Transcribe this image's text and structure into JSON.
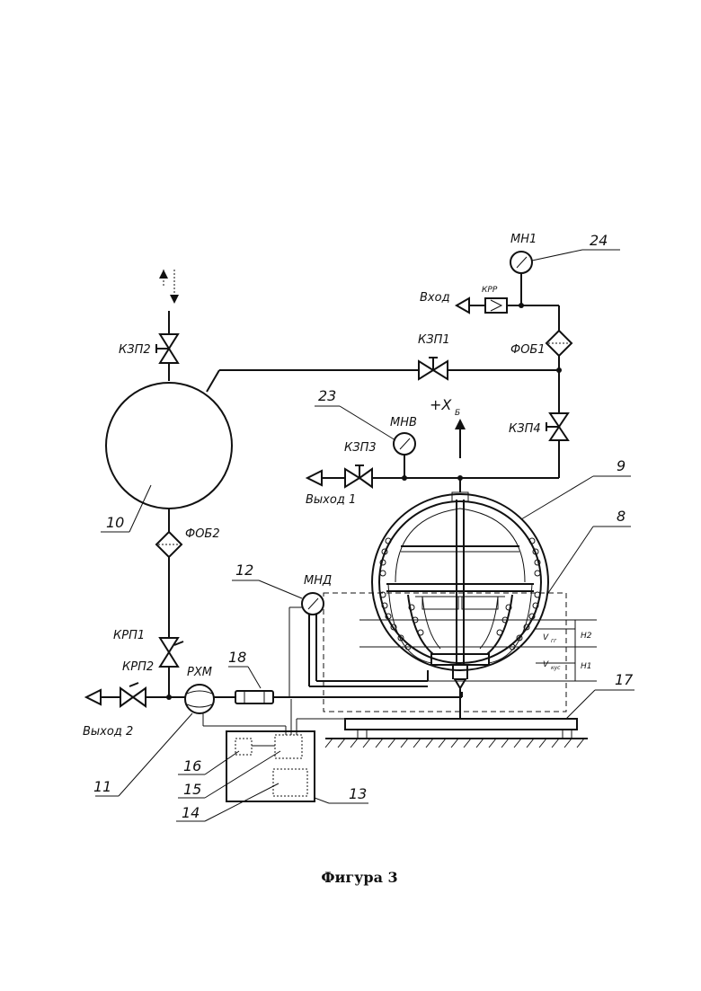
{
  "figure": {
    "caption": "Фигура 3",
    "labels": {
      "mn1": "МН1",
      "vhod": "Вход",
      "krr": "КРР",
      "fob1": "ФОБ1",
      "kzp1": "КЗП1",
      "kzp2": "КЗП2",
      "kzp3": "КЗП3",
      "kzp4": "КЗП4",
      "mnv": "МНВ",
      "vyhod1": "Выход 1",
      "fob2": "ФОБ2",
      "kdp1": "КРП1",
      "kdp2": "КРП2",
      "rhm": "РХМ",
      "mnd": "МНД",
      "vyhod2": "Выход 2",
      "plus_x": "+X",
      "sub_b": "Б",
      "h1": "H1",
      "h2": "H2",
      "v_top": "V",
      "v_top_sub": "гг",
      "v_bot": "V",
      "v_bot_sub": "кус"
    },
    "numbers": {
      "n24": "24",
      "n23": "23",
      "n9": "9",
      "n8": "8",
      "n10": "10",
      "n12": "12",
      "n18": "18",
      "n17": "17",
      "n16": "16",
      "n15": "15",
      "n14": "14",
      "n11": "11",
      "n13": "13"
    }
  }
}
